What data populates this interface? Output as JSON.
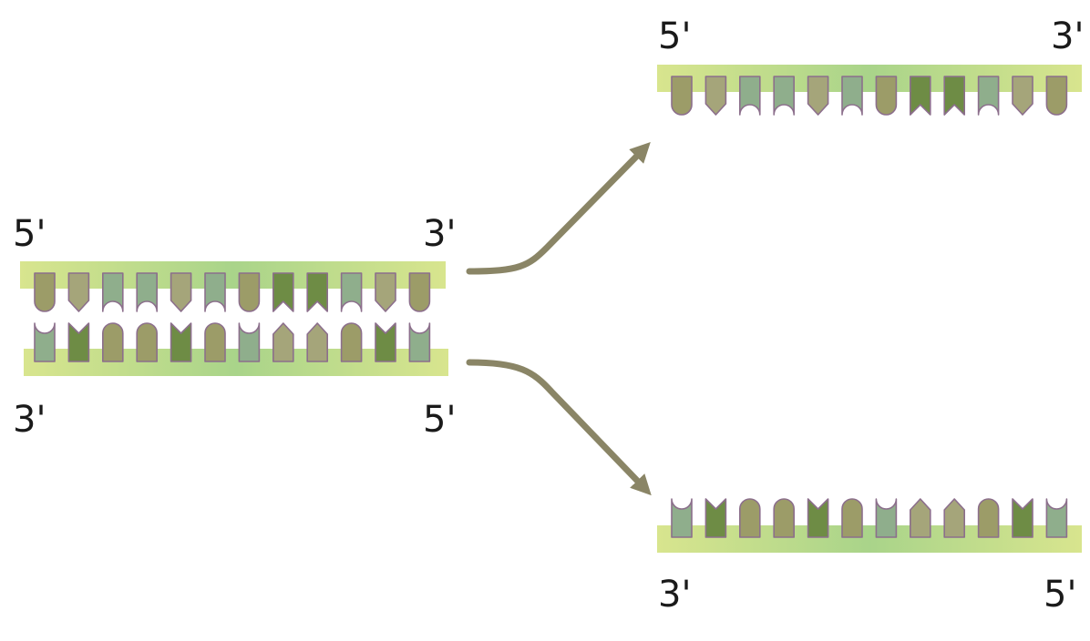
{
  "labels": {
    "orig_top_left": "5'",
    "orig_top_right": "3'",
    "orig_bottom_left": "3'",
    "orig_bottom_right": "5'",
    "upper_left": "5'",
    "upper_right": "3'",
    "lower_left": "3'",
    "lower_right": "5'"
  },
  "colors": {
    "backbone_light": "#d8e58e",
    "backbone_mid": "#a9d48a",
    "arrow": "#8a8566",
    "base_outline": "#8c6f8c",
    "base_types": {
      "round": "#9c9c68",
      "point": "#a5a57a",
      "notch": "#8fae8c",
      "vee": "#6e8c45"
    }
  },
  "icons": {
    "round": "rounded-base-icon",
    "point": "pointed-base-icon",
    "notch": "arched-notch-base-icon",
    "vee": "v-notch-base-icon"
  },
  "strands": {
    "top_sequence": [
      "round",
      "point",
      "notch",
      "notch",
      "point",
      "notch",
      "round",
      "vee",
      "vee",
      "notch",
      "point",
      "round"
    ]
  },
  "complement": {
    "round": "notch",
    "point": "vee",
    "notch": "round",
    "vee": "point"
  }
}
